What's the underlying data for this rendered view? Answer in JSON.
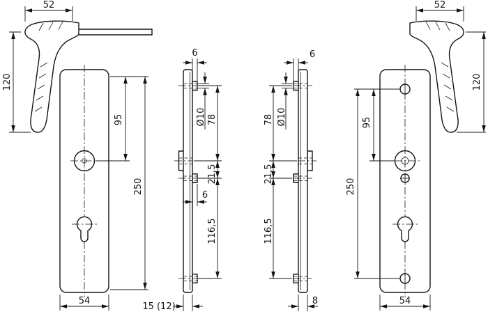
{
  "drawing": {
    "front_left": {
      "handle_width": "52",
      "handle_length": "120",
      "hub_spacing": "95",
      "overall_spacing": "250",
      "plate_width": "54"
    },
    "side_left": {
      "boss_depth": "6",
      "hole_diameter": "Ø10",
      "top_to_hub": "78",
      "hub_to_screw": "21,5",
      "mid_boss_depth": "6",
      "screw_to_bottom": "116,5",
      "plate_thickness": "15 (12)"
    },
    "side_right": {
      "boss_depth": "6",
      "top_to_hub": "78",
      "hole_diameter": "Ø10",
      "hub_to_screw": "21,5",
      "screw_to_bottom": "116,5",
      "plate_thickness": "8"
    },
    "front_right": {
      "handle_width": "52",
      "handle_length": "120",
      "hub_spacing": "95",
      "overall_spacing": "250",
      "plate_width": "54"
    }
  }
}
